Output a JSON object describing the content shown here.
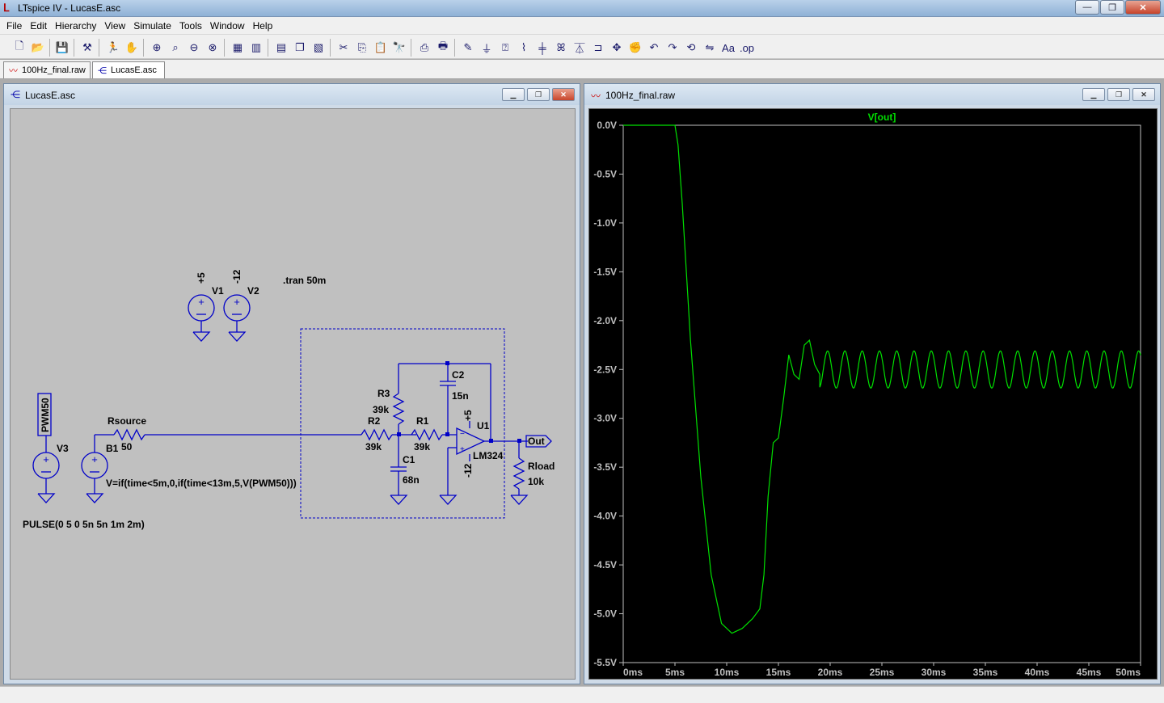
{
  "app": {
    "title": "LTspice IV - LucasE.asc"
  },
  "menu": [
    "File",
    "Edit",
    "Hierarchy",
    "View",
    "Simulate",
    "Tools",
    "Window",
    "Help"
  ],
  "tabs": [
    {
      "label": "100Hz_final.raw",
      "icon": "waveform-icon"
    },
    {
      "label": "LucasE.asc",
      "icon": "schematic-icon"
    }
  ],
  "schematic": {
    "title": "LucasE.asc",
    "directive": ".tran 50m",
    "components": {
      "v1": {
        "name": "V1",
        "value": "+5"
      },
      "v2": {
        "name": "V2",
        "value": "-12"
      },
      "v3": {
        "name": "V3",
        "net": "PWM50",
        "value": "PULSE(0 5 0 5n 5n 1m 2m)"
      },
      "b1": {
        "name": "B1",
        "value": "V=if(time<5m,0,if(time<13m,5,V(PWM50)))"
      },
      "rsource": {
        "name": "Rsource",
        "value": "50"
      },
      "r2": {
        "name": "R2",
        "value": "39k"
      },
      "r3": {
        "name": "R3",
        "value": "39k"
      },
      "r1": {
        "name": "R1",
        "value": "39k"
      },
      "c1": {
        "name": "C1",
        "value": "68n"
      },
      "c2": {
        "name": "C2",
        "value": "15n"
      },
      "u1": {
        "name": "U1",
        "value": "LM324",
        "vpos": "+5",
        "vneg": "-12"
      },
      "rload": {
        "name": "Rload",
        "value": "10k"
      },
      "out": {
        "label": "Out"
      }
    }
  },
  "waveform": {
    "title": "100Hz_final.raw",
    "trace_label": "V[out]",
    "trace_color": "#00e000"
  },
  "chart_data": {
    "type": "line",
    "title": "V[out]",
    "xlabel": "",
    "ylabel": "",
    "xlim": [
      0,
      50
    ],
    "ylim": [
      -5.5,
      0.0
    ],
    "x_ticks": [
      "0ms",
      "5ms",
      "10ms",
      "15ms",
      "20ms",
      "25ms",
      "30ms",
      "35ms",
      "40ms",
      "45ms",
      "50ms"
    ],
    "y_ticks": [
      "0.0V",
      "-0.5V",
      "-1.0V",
      "-1.5V",
      "-2.0V",
      "-2.5V",
      "-3.0V",
      "-3.5V",
      "-4.0V",
      "-4.5V",
      "-5.0V",
      "-5.5V"
    ],
    "series": [
      {
        "name": "V[out]",
        "color": "#00e000",
        "x": [
          0,
          5.0,
          5.3,
          5.7,
          6.5,
          7.5,
          8.5,
          9.5,
          10.5,
          11.5,
          12.5,
          13.2,
          13.6,
          14.0,
          14.5,
          15.0,
          15.5,
          16.0,
          16.5,
          17.0,
          17.5,
          18.0,
          18.5,
          19.0
        ],
        "y": [
          0,
          0,
          -0.2,
          -0.8,
          -2.2,
          -3.6,
          -4.6,
          -5.1,
          -5.2,
          -5.15,
          -5.05,
          -4.95,
          -4.6,
          -3.8,
          -3.25,
          -3.2,
          -2.8,
          -2.35,
          -2.55,
          -2.6,
          -2.25,
          -2.2,
          -2.45,
          -2.55
        ]
      }
    ],
    "steady_state": {
      "x_start": 19.0,
      "x_end": 50.0,
      "period": 1.67,
      "center": -2.5,
      "amplitude": 0.19
    },
    "grid": false,
    "legend": "top-center"
  }
}
